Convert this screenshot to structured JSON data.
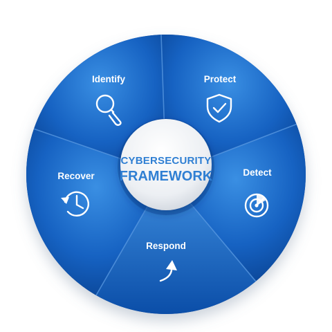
{
  "hub": {
    "line1": "CYBERSECURITY",
    "line2": "FRAMEWORK"
  },
  "segments": [
    {
      "label": "Identify",
      "icon": "magnifier-icon"
    },
    {
      "label": "Protect",
      "icon": "shield-check-icon"
    },
    {
      "label": "Detect",
      "icon": "radar-icon"
    },
    {
      "label": "Respond",
      "icon": "curved-arrow-icon"
    },
    {
      "label": "Recover",
      "icon": "clock-history-icon"
    }
  ],
  "colors": {
    "segment_light": "#2f82d8",
    "segment_dark": "#0d4fa8",
    "segment_deep": "#083c87",
    "hub_face": "#eef1f5",
    "hub_text": "#2f7fd3",
    "divider": "#5b9be3"
  }
}
